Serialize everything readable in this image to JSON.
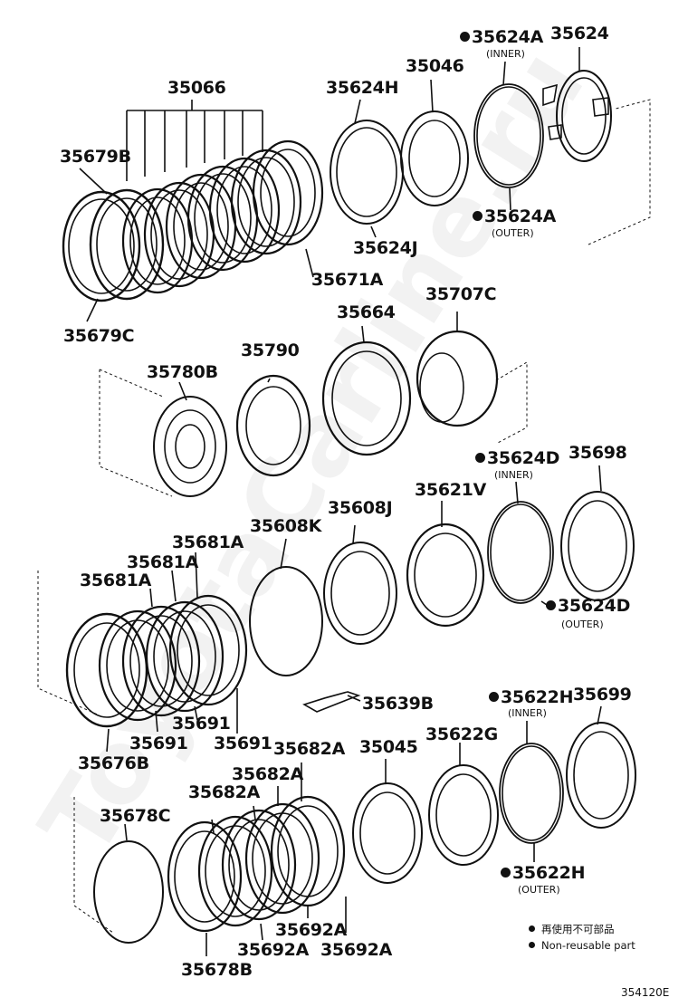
{
  "parts": [
    {
      "id": "p1",
      "label": "35066",
      "reusable": true
    },
    {
      "id": "p2",
      "label": "35679B",
      "reusable": true
    },
    {
      "id": "p3",
      "label": "35679C",
      "reusable": true
    },
    {
      "id": "p4",
      "label": "35671A",
      "reusable": true
    },
    {
      "id": "p5",
      "label": "35624H",
      "reusable": true
    },
    {
      "id": "p6",
      "label": "35624J",
      "reusable": true
    },
    {
      "id": "p7",
      "label": "35046",
      "reusable": true
    },
    {
      "id": "p8",
      "label": "35624A",
      "reusable": false,
      "note": "(INNER)"
    },
    {
      "id": "p9",
      "label": "35624A",
      "reusable": false,
      "note": "(OUTER)"
    },
    {
      "id": "p10",
      "label": "35624",
      "reusable": true
    },
    {
      "id": "p11",
      "label": "35664",
      "reusable": true
    },
    {
      "id": "p12",
      "label": "35707C",
      "reusable": true
    },
    {
      "id": "p13",
      "label": "35790",
      "reusable": true
    },
    {
      "id": "p14",
      "label": "35780B",
      "reusable": true
    },
    {
      "id": "p15",
      "label": "35624D",
      "reusable": false,
      "note": "(INNER)"
    },
    {
      "id": "p16",
      "label": "35624D",
      "reusable": false,
      "note": "(OUTER)"
    },
    {
      "id": "p17",
      "label": "35698",
      "reusable": true
    },
    {
      "id": "p18",
      "label": "35621V",
      "reusable": true
    },
    {
      "id": "p19",
      "label": "35608J",
      "reusable": true
    },
    {
      "id": "p20",
      "label": "35608K",
      "reusable": true
    },
    {
      "id": "p21",
      "label": "35681A",
      "reusable": true
    },
    {
      "id": "p22",
      "label": "35681A",
      "reusable": true
    },
    {
      "id": "p23",
      "label": "35681A",
      "reusable": true
    },
    {
      "id": "p24",
      "label": "35676B",
      "reusable": true
    },
    {
      "id": "p25",
      "label": "35691",
      "reusable": true
    },
    {
      "id": "p26",
      "label": "35691",
      "reusable": true
    },
    {
      "id": "p27",
      "label": "35691",
      "reusable": true
    },
    {
      "id": "p28",
      "label": "35639B",
      "reusable": true
    },
    {
      "id": "p29",
      "label": "35622H",
      "reusable": false,
      "note": "(INNER)"
    },
    {
      "id": "p30",
      "label": "35622H",
      "reusable": false,
      "note": "(OUTER)"
    },
    {
      "id": "p31",
      "label": "35699",
      "reusable": true
    },
    {
      "id": "p32",
      "label": "35622G",
      "reusable": true
    },
    {
      "id": "p33",
      "label": "35045",
      "reusable": true
    },
    {
      "id": "p34",
      "label": "35682A",
      "reusable": true
    },
    {
      "id": "p35",
      "label": "35682A",
      "reusable": true
    },
    {
      "id": "p36",
      "label": "35682A",
      "reusable": true
    },
    {
      "id": "p37",
      "label": "35678C",
      "reusable": true
    },
    {
      "id": "p38",
      "label": "35678B",
      "reusable": true
    },
    {
      "id": "p39",
      "label": "35692A",
      "reusable": true
    },
    {
      "id": "p40",
      "label": "35692A",
      "reusable": true
    },
    {
      "id": "p41",
      "label": "35692A",
      "reusable": true
    }
  ],
  "legend": {
    "japanese": "再使用不可部品",
    "english": "Non-reusable part"
  },
  "figure_number": "354120E",
  "watermark": "ToyotaCarline.ru"
}
